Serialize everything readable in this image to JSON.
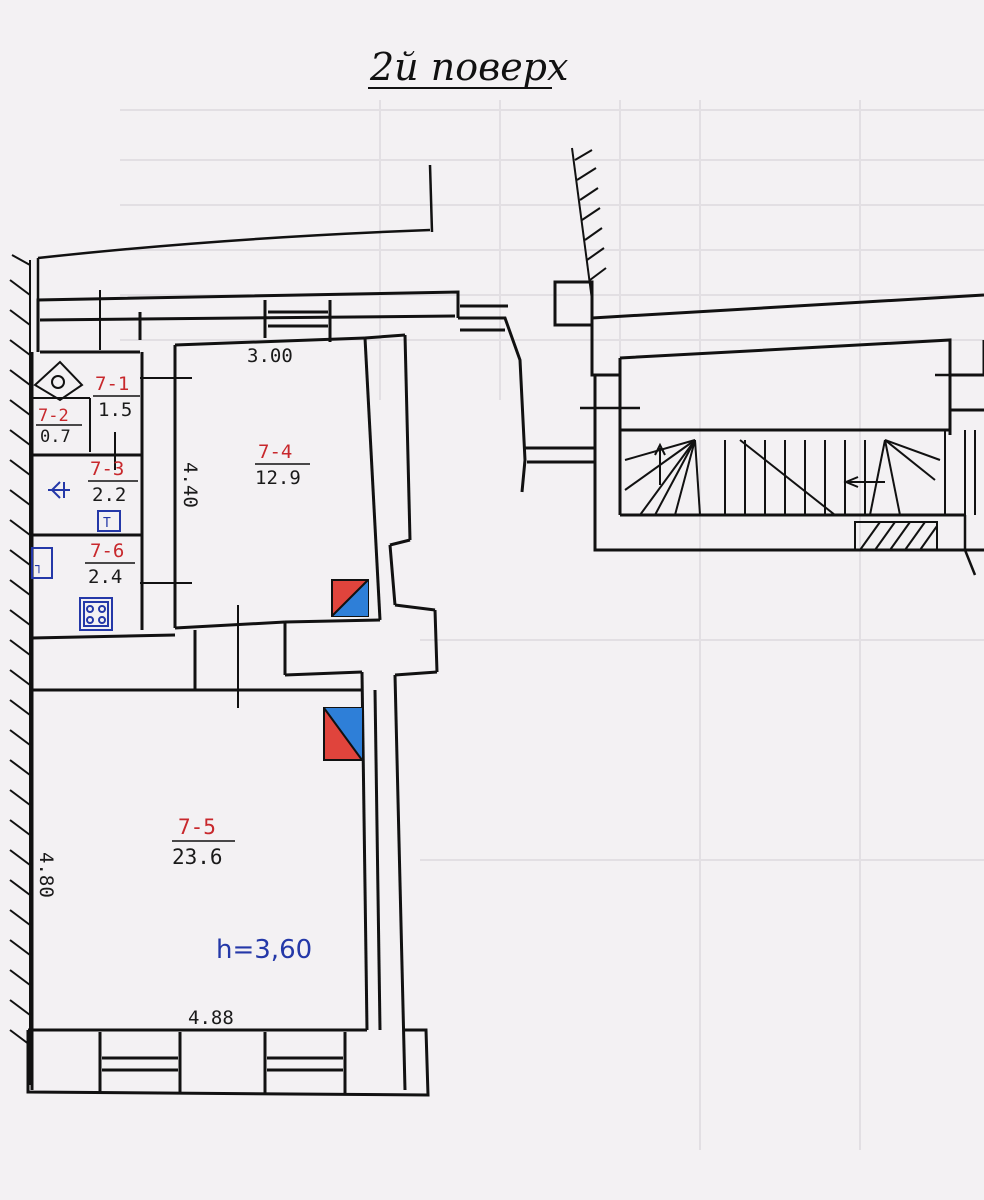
{
  "title": "2й поверх",
  "rooms": [
    {
      "id": "7-1",
      "area": "1.5"
    },
    {
      "id": "7-2",
      "area": "0.7"
    },
    {
      "id": "7-3",
      "area": "2.2"
    },
    {
      "id": "7-4",
      "area": "12.9"
    },
    {
      "id": "7-6",
      "area": "2.4"
    },
    {
      "id": "7-5",
      "area": "23.6"
    }
  ],
  "dimensions": {
    "room_7_4_width": "3.00",
    "room_7_4_depth": "4.40",
    "room_7_5_depth": "4.80",
    "room_7_5_width": "4.88"
  },
  "ceiling_height": "h=3,60",
  "colors": {
    "wall": "#111111",
    "room_id": "#c8282c",
    "fixture": "#2438a8",
    "stove_red": "#e0443c",
    "stove_blue": "#2e7fd8"
  },
  "fixtures": {
    "sink_mark": "T",
    "heater_mark": "┐"
  }
}
